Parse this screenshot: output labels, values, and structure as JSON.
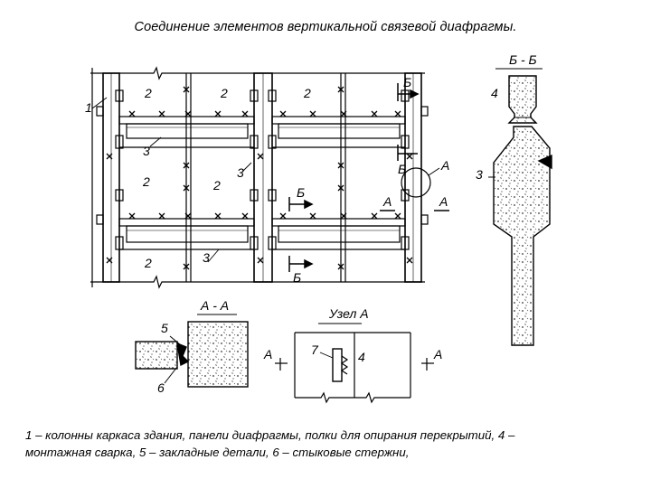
{
  "title": "Соединение элементов вертикальной связевой диафрагмы.",
  "main_view": {
    "labels": [
      "1",
      "2",
      "2",
      "2",
      "3",
      "2",
      "2",
      "3",
      "2",
      "3"
    ],
    "section_marks": {
      "b": "Б",
      "a": "А"
    }
  },
  "section_bb": {
    "title": "Б - Б",
    "labels": [
      "4",
      "3"
    ]
  },
  "section_aa": {
    "title": "А - А",
    "labels": [
      "5",
      "6"
    ]
  },
  "node_a": {
    "title": "Узел А",
    "labels": [
      "7",
      "4"
    ],
    "marks": [
      "А",
      "А"
    ]
  },
  "caption": {
    "line1": "1 – колонны каркаса здания, панели диафрагмы, полки для опирания перекрытий, 4 –",
    "line2": "монтажная сварка, 5 – закладные детали, 6 – стыковые стержни,"
  },
  "colors": {
    "ink": "#000000",
    "paper": "#ffffff",
    "hatch": "#555555"
  }
}
